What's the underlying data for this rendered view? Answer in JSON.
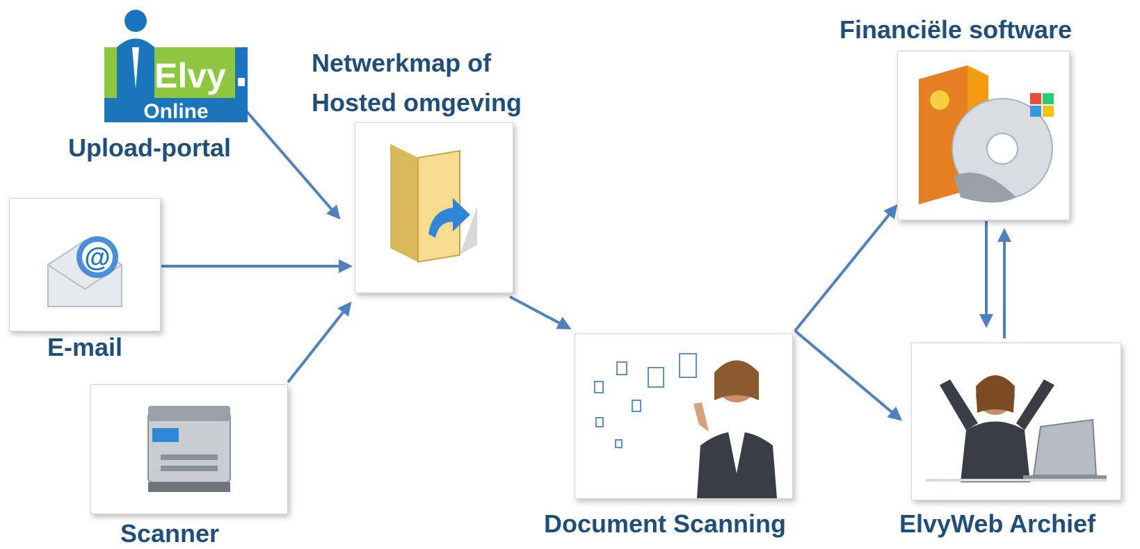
{
  "labels": {
    "upload_portal": "Upload-portal",
    "netwerkmap_line1": "Netwerkmap of",
    "netwerkmap_line2": "Hosted omgeving",
    "email": "E-mail",
    "scanner": "Scanner",
    "document_scanning": "Document Scanning",
    "financiele_software": "Financiële software",
    "elvyweb_archief": "ElvyWeb Archief"
  },
  "logo": {
    "brand": "Elvy",
    "sub": "Online"
  },
  "colors": {
    "label": "#1f4e79",
    "arrow": "#4f81bd",
    "logo_green": "#8dc63f",
    "logo_blue": "#1b75bc"
  },
  "icons": [
    "elvy-online-logo",
    "email-icon",
    "folder-icon",
    "scanner-icon",
    "document-scanning-icon",
    "software-box-icon",
    "archief-icon"
  ]
}
